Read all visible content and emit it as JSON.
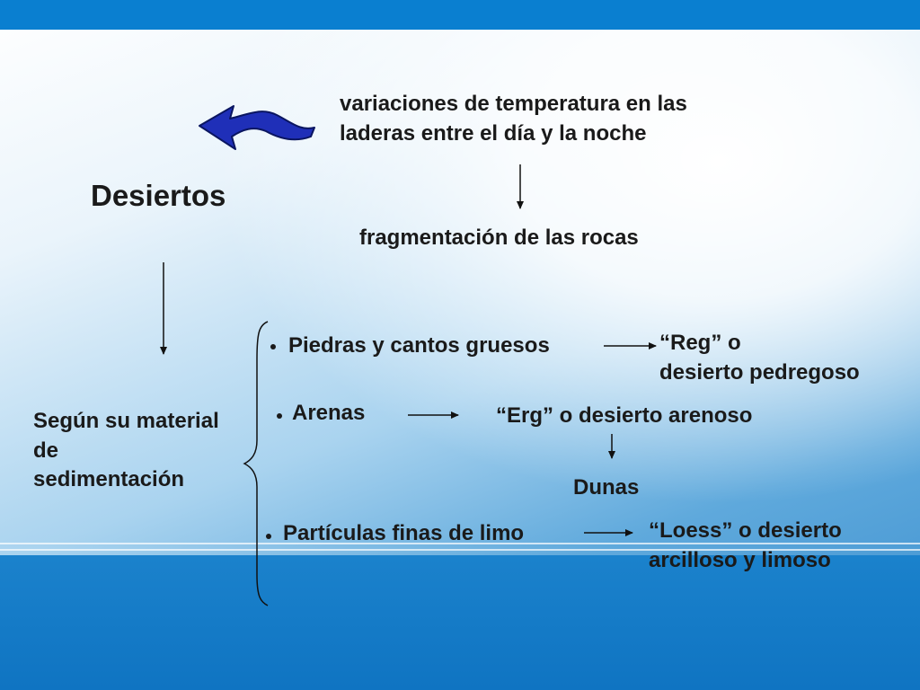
{
  "title": "Desiertos",
  "cause": {
    "line1": "variaciones de temperatura en las",
    "line2": "laderas entre el día y la noche"
  },
  "effect": "fragmentación de las rocas",
  "classification": {
    "line1": "Según su material",
    "line2": "de",
    "line3": "sedimentación"
  },
  "items": [
    {
      "label": "Piedras y cantos gruesos",
      "result_line1": "“Reg” o",
      "result_line2": "desierto pedregoso"
    },
    {
      "label": "Arenas",
      "result_line1": "“Erg” o desierto arenoso",
      "sub_result": "Dunas"
    },
    {
      "label": "Partículas finas de limo",
      "result_line1": "“Loess” o desierto",
      "result_line2": "arcilloso y limoso"
    }
  ],
  "colors": {
    "top_bar": "#0a7fd0",
    "bottom_band": "#1b82cc",
    "curved_arrow": "#1f2fb8",
    "text": "#1a1a1a"
  }
}
